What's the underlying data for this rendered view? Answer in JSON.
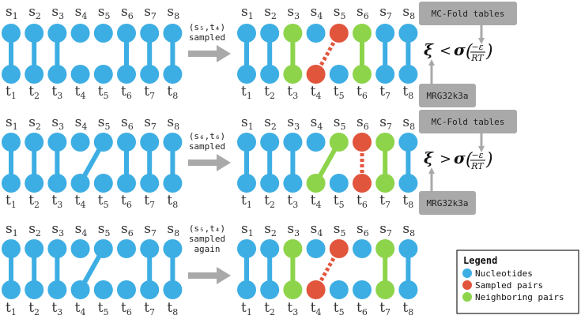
{
  "colors": {
    "nucleotide": "#3daee3",
    "sampled": "#e2553d",
    "neighboring": "#8dd44b",
    "box": "#a9a9a9",
    "arrow": "#a9a9a9"
  },
  "top_labels": [
    "s",
    "s",
    "s",
    "s",
    "s",
    "s",
    "s",
    "s"
  ],
  "top_subs": [
    "1",
    "2",
    "3",
    "4",
    "5",
    "6",
    "7",
    "8"
  ],
  "bottom_labels": [
    "t",
    "t",
    "t",
    "t",
    "t",
    "t",
    "t",
    "t"
  ],
  "bottom_subs": [
    "1",
    "2",
    "3",
    "4",
    "5",
    "6",
    "7",
    "8"
  ],
  "rows": [
    {
      "arrow_lines": [
        "(s₅,t₄)",
        "sampled"
      ],
      "left_links": [
        {
          "s": 1,
          "t": 1
        },
        {
          "s": 2,
          "t": 2
        },
        {
          "s": 3,
          "t": 3
        },
        {
          "s": 6,
          "t": 6
        },
        {
          "s": 7,
          "t": 7
        },
        {
          "s": 8,
          "t": 8
        }
      ],
      "right_links": [
        {
          "s": 1,
          "t": 1
        },
        {
          "s": 2,
          "t": 2
        },
        {
          "s": 3,
          "t": 3,
          "kind": "neighboring"
        },
        {
          "s": 5,
          "t": 4,
          "kind": "sampled",
          "dashed": true
        },
        {
          "s": 6,
          "t": 6,
          "kind": "neighboring"
        },
        {
          "s": 7,
          "t": 7
        },
        {
          "s": 8,
          "t": 8
        }
      ],
      "right_top_kinds": [
        "n",
        "n",
        "g",
        "n",
        "r",
        "g",
        "n",
        "n"
      ],
      "right_bottom_kinds": [
        "n",
        "n",
        "g",
        "r",
        "n",
        "g",
        "n",
        "n"
      ],
      "mc_fold_label": "MC-Fold tables",
      "mrg_label": "MRG32k3a",
      "xi": "ξ",
      "relation": "<",
      "sigma": "σ",
      "frac_num": "−ε",
      "frac_den": "RT"
    },
    {
      "arrow_lines": [
        "(s₆,t₆)",
        "sampled"
      ],
      "left_links": [
        {
          "s": 1,
          "t": 1
        },
        {
          "s": 2,
          "t": 2
        },
        {
          "s": 3,
          "t": 3
        },
        {
          "s": 5,
          "t": 4
        },
        {
          "s": 6,
          "t": 6
        },
        {
          "s": 7,
          "t": 7
        },
        {
          "s": 8,
          "t": 8
        }
      ],
      "right_links": [
        {
          "s": 1,
          "t": 1
        },
        {
          "s": 2,
          "t": 2
        },
        {
          "s": 3,
          "t": 3
        },
        {
          "s": 5,
          "t": 4,
          "kind": "neighboring"
        },
        {
          "s": 6,
          "t": 6,
          "kind": "sampled",
          "dashed": true
        },
        {
          "s": 7,
          "t": 7,
          "kind": "neighboring"
        },
        {
          "s": 8,
          "t": 8
        }
      ],
      "right_top_kinds": [
        "n",
        "n",
        "n",
        "n",
        "g",
        "r",
        "g",
        "n"
      ],
      "right_bottom_kinds": [
        "n",
        "n",
        "n",
        "g",
        "n",
        "r",
        "g",
        "n"
      ],
      "mc_fold_label": "MC-Fold tables",
      "mrg_label": "MRG32k3a",
      "xi": "ξ",
      "relation": ">",
      "sigma": "σ",
      "frac_num": "−ε",
      "frac_den": "RT"
    },
    {
      "arrow_lines": [
        "(s₅,t₄)",
        "sampled",
        "again"
      ],
      "left_links": [
        {
          "s": 1,
          "t": 1
        },
        {
          "s": 2,
          "t": 2
        },
        {
          "s": 3,
          "t": 3
        },
        {
          "s": 5,
          "t": 4
        },
        {
          "s": 7,
          "t": 7
        },
        {
          "s": 8,
          "t": 8
        }
      ],
      "right_links": [
        {
          "s": 1,
          "t": 1
        },
        {
          "s": 2,
          "t": 2
        },
        {
          "s": 3,
          "t": 3,
          "kind": "neighboring"
        },
        {
          "s": 5,
          "t": 4,
          "kind": "sampled",
          "dashed": true
        },
        {
          "s": 7,
          "t": 7,
          "kind": "neighboring"
        },
        {
          "s": 8,
          "t": 8
        }
      ],
      "right_top_kinds": [
        "n",
        "n",
        "g",
        "n",
        "r",
        "n",
        "g",
        "n"
      ],
      "right_bottom_kinds": [
        "n",
        "n",
        "g",
        "r",
        "n",
        "n",
        "g",
        "n"
      ]
    }
  ],
  "legend": {
    "title": "Legend",
    "items": [
      {
        "label": "Nucleotides",
        "kind": "n"
      },
      {
        "label": "Sampled pairs",
        "kind": "r"
      },
      {
        "label": "Neighboring pairs",
        "kind": "g"
      }
    ]
  }
}
